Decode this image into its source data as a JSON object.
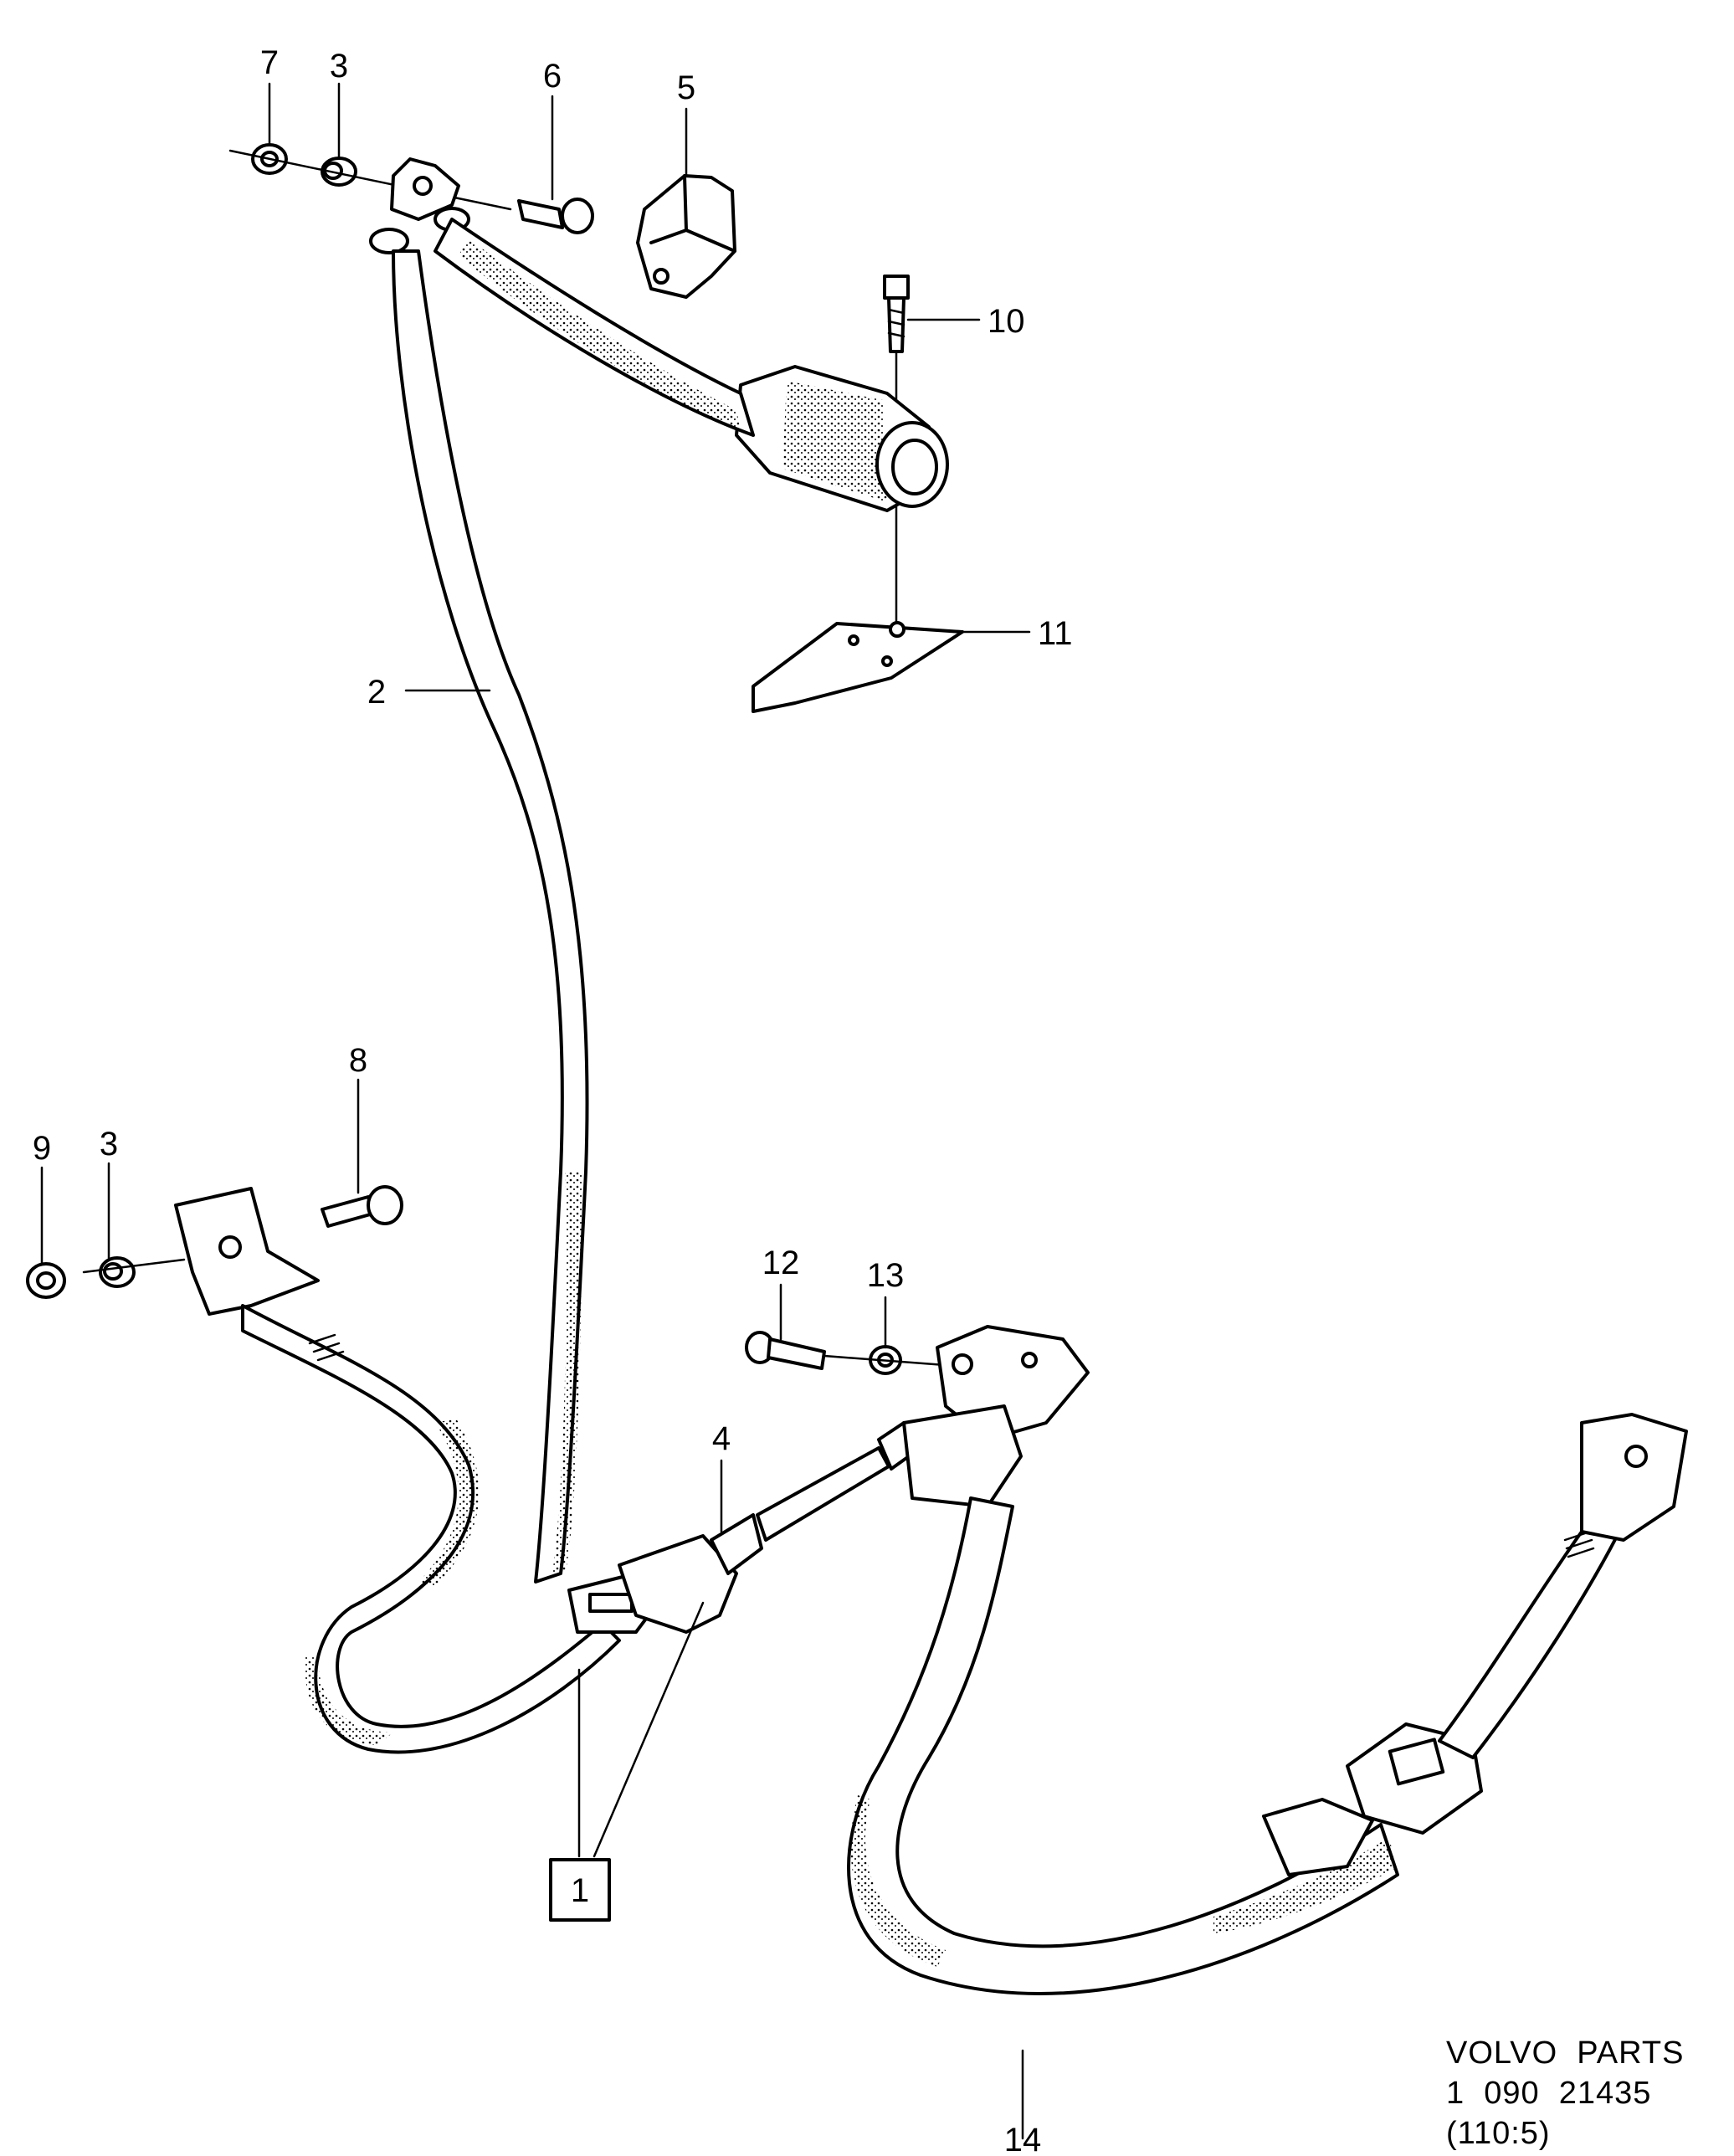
{
  "callouts": [
    {
      "id": "callout-7",
      "text": "7"
    },
    {
      "id": "callout-3a",
      "text": "3"
    },
    {
      "id": "callout-6",
      "text": "6"
    },
    {
      "id": "callout-5",
      "text": "5"
    },
    {
      "id": "callout-10",
      "text": "10"
    },
    {
      "id": "callout-11",
      "text": "11"
    },
    {
      "id": "callout-2",
      "text": "2"
    },
    {
      "id": "callout-8",
      "text": "8"
    },
    {
      "id": "callout-9",
      "text": "9"
    },
    {
      "id": "callout-3b",
      "text": "3"
    },
    {
      "id": "callout-12",
      "text": "12"
    },
    {
      "id": "callout-13",
      "text": "13"
    },
    {
      "id": "callout-4",
      "text": "4"
    },
    {
      "id": "callout-1",
      "text": "1"
    },
    {
      "id": "callout-14",
      "text": "14"
    }
  ],
  "caption": {
    "brand": "VOLVO  PARTS",
    "part_number": "1  090  21435",
    "reference": "(110:5)"
  }
}
